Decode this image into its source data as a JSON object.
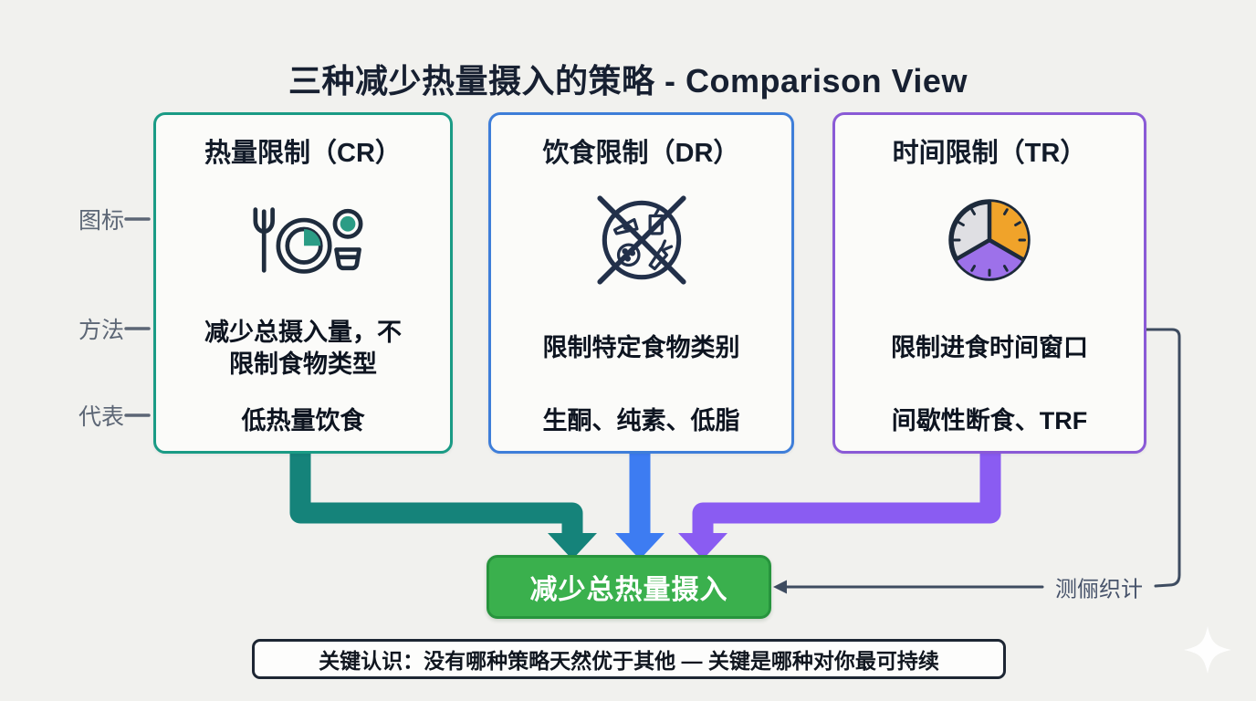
{
  "title": "三种减少热量摄入的策略 - Comparison View",
  "row_labels": {
    "icon": "图标",
    "method": "方法",
    "representative": "代表"
  },
  "cards": [
    {
      "title": "热量限制（CR）",
      "icon": "plate-portion-icon",
      "method": "减少总摄入量，不\n限制食物类型",
      "representative": "低热量饮食",
      "accent": "#1a9b85",
      "arrow_color": "#15837a"
    },
    {
      "title": "饮食限制（DR）",
      "icon": "crossed-foods-icon",
      "method": "限制特定食物类别",
      "representative": "生酮、纯素、低脂",
      "accent": "#3e7ed9",
      "arrow_color": "#3d7cf2"
    },
    {
      "title": "时间限制（TR）",
      "icon": "eating-window-clock-icon",
      "method": "限制进食时间窗口",
      "representative": "间歇性断食、TRF",
      "accent": "#8a5ad6",
      "arrow_color": "#8a5cf2"
    }
  ],
  "outcome": {
    "label": "减少总热量摄入",
    "fill": "#3ab04d",
    "border": "#27943d"
  },
  "annotation": {
    "label": "测俪织计",
    "connector_color": "#3e4c60"
  },
  "footer": {
    "label": "关键认识：没有哪种策略天然优于其他 — 关键是哪种对你最可持续"
  },
  "clock_colors": {
    "orange": "#f0a32a",
    "purple": "#9d71ea",
    "gray": "#dfdfe3"
  }
}
